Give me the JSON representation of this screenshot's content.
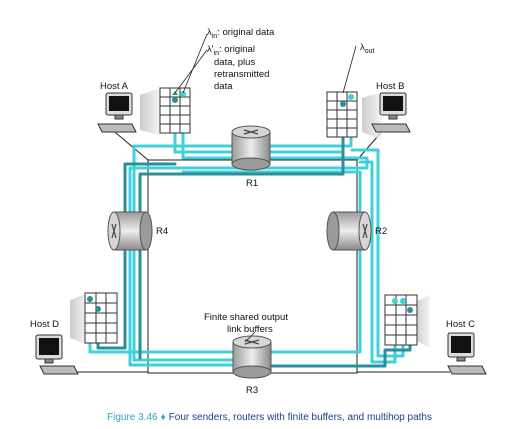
{
  "hosts": {
    "a": "Host A",
    "b": "Host B",
    "c": "Host C",
    "d": "Host D"
  },
  "routers": {
    "r1": "R1",
    "r2": "R2",
    "r3": "R3",
    "r4": "R4"
  },
  "annotations": {
    "lambda_in_symbol": "λ",
    "lambda_in_sub": "in",
    "lambda_in_text": ": original data",
    "lambda_in_prime_symbol": "λ'",
    "lambda_in_prime_sub": "in",
    "lambda_in_prime_line1": ": original",
    "lambda_in_prime_line2": "data, plus",
    "lambda_in_prime_line3": "retransmitted",
    "lambda_in_prime_line4": "data",
    "lambda_out_symbol": "λ",
    "lambda_out_sub": "out",
    "buffers_line1": "Finite shared output",
    "buffers_line2": "link buffers"
  },
  "caption": {
    "figure": "Figure 3.46",
    "bullet": "♦",
    "text": "Four senders, routers with finite buffers, and multihop paths"
  },
  "colors": {
    "flow_light": "#3ed0dc",
    "flow_dark": "#2a8f98",
    "caption": "#2aa6c8",
    "link": "#222222"
  }
}
